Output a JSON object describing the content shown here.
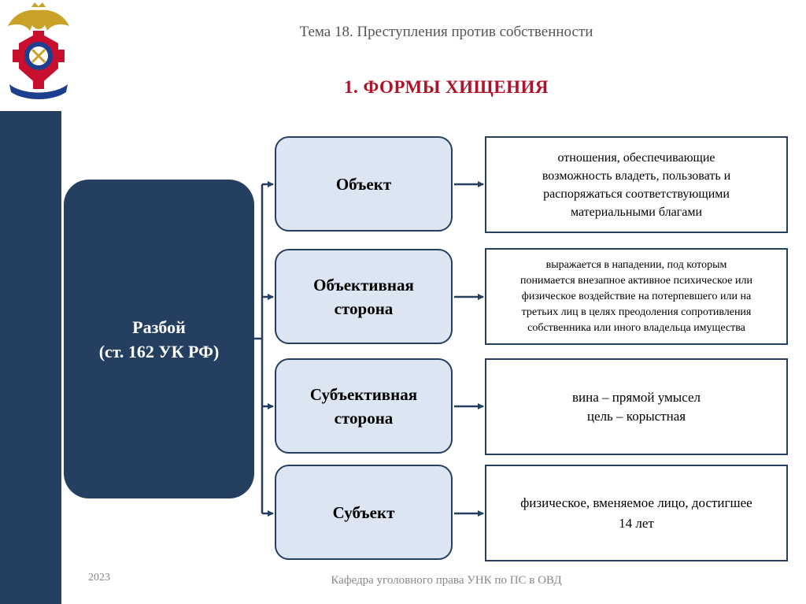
{
  "header": {
    "topic": "Тема 18. Преступления против собственности",
    "heading": "1. ФОРМЫ  ХИЩЕНИЯ"
  },
  "logo": {
    "icon": "police-university-emblem-icon"
  },
  "crime": {
    "title": "Разбой",
    "article": "(ст. 162 УК РФ)"
  },
  "elements": [
    {
      "name": "Объект",
      "description": [
        "отношения, обеспечивающие",
        "возможность владеть, пользовать и",
        "распоряжаться соответствующими",
        "материальными благами"
      ]
    },
    {
      "name": "Объективная сторона",
      "description": [
        "выражается в нападении, под которым",
        "понимается внезапное активное психическое или",
        "физическое воздействие на потерпевшего или на",
        "третьих лиц в целях преодоления сопротивления",
        "собственника или иного владельца имущества"
      ]
    },
    {
      "name": "Субъективная сторона",
      "description": [
        "вина – прямой умысел",
        "цель – корыстная"
      ]
    },
    {
      "name": "Субъект",
      "description": [
        "физическое, вменяемое лицо, достигшее",
        "14 лет"
      ]
    }
  ],
  "footer": {
    "year": "2023",
    "department": "Кафедра уголовного права УНК по ПС в ОВД"
  },
  "colors": {
    "navy": "#243f60",
    "heading_red": "#b0122a",
    "box_fill": "#dce6f2"
  }
}
